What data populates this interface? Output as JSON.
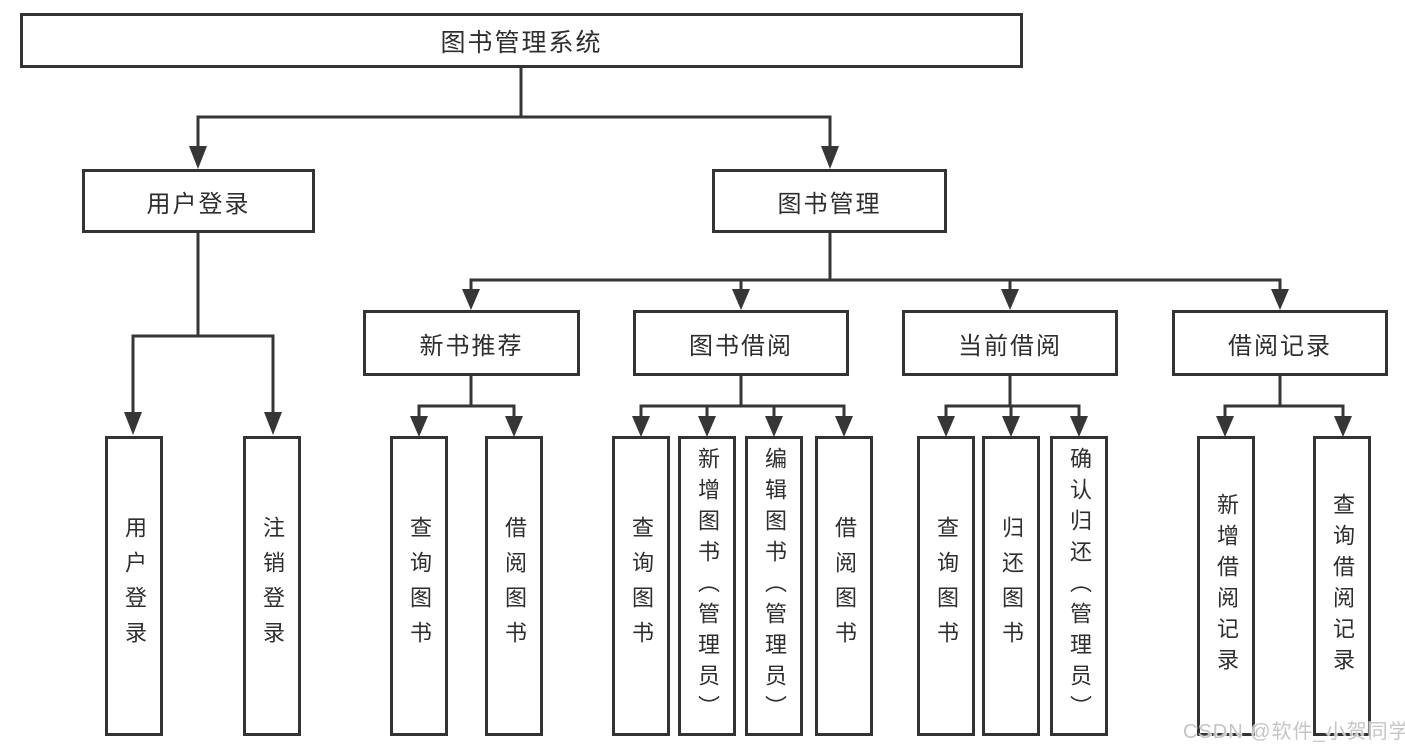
{
  "diagram": {
    "root": {
      "label": "图书管理系统"
    },
    "branches": [
      {
        "label": "用户登录",
        "children": [
          {
            "label": "用户登录"
          },
          {
            "label": "注销登录"
          }
        ]
      },
      {
        "label": "图书管理",
        "children": [
          {
            "label": "新书推荐",
            "children": [
              {
                "label": "查询图书"
              },
              {
                "label": "借阅图书"
              }
            ]
          },
          {
            "label": "图书借阅",
            "children": [
              {
                "label": "查询图书"
              },
              {
                "label": "新增图书（管理员）"
              },
              {
                "label": "编辑图书（管理员）"
              },
              {
                "label": "借阅图书"
              }
            ]
          },
          {
            "label": "当前借阅",
            "children": [
              {
                "label": "查询图书"
              },
              {
                "label": "归还图书"
              },
              {
                "label": "确认归还（管理员）"
              }
            ]
          },
          {
            "label": "借阅记录",
            "children": [
              {
                "label": "新增借阅记录"
              },
              {
                "label": "查询借阅记录"
              }
            ]
          }
        ]
      }
    ]
  },
  "watermark": {
    "text": "CSDN @软件_小贺同学"
  },
  "colors": {
    "line": "#363636",
    "box_border": "#333333",
    "text": "#2e2e2e",
    "background": "#ffffff",
    "watermark": "#c5c5c5"
  }
}
